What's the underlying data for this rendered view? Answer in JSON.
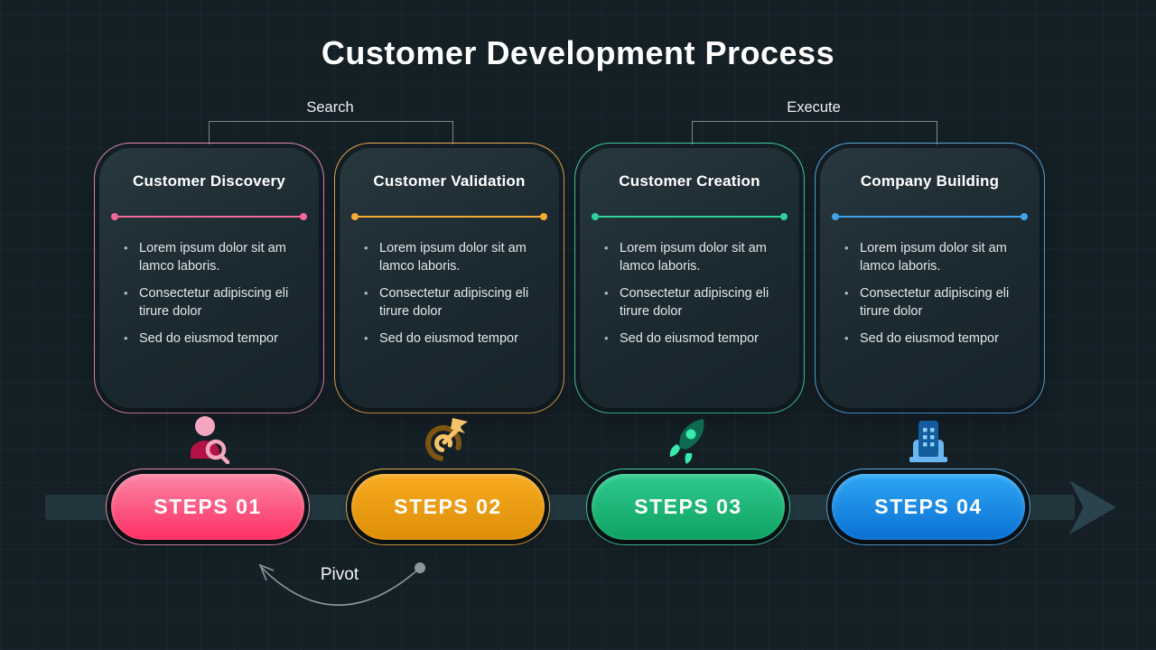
{
  "title": "Customer Development Process",
  "phase_labels": {
    "search": "Search",
    "execute": "Execute"
  },
  "cards": [
    {
      "title": "Customer Discovery",
      "accent": "#ea93bb",
      "line_color": "#f2689a",
      "bullets": [
        "Lorem ipsum dolor sit am lamco laboris.",
        "Consectetur adipiscing eli tirure dolor",
        "Sed do eiusmod tempor"
      ]
    },
    {
      "title": "Customer Validation",
      "accent": "#edb14e",
      "line_color": "#f3ac33",
      "bullets": [
        "Lorem ipsum dolor sit am lamco laboris.",
        "Consectetur adipiscing eli tirure dolor",
        "Sed do eiusmod tempor"
      ]
    },
    {
      "title": "Customer Creation",
      "accent": "#43d7a4",
      "line_color": "#2dd29d",
      "bullets": [
        "Lorem ipsum dolor sit am lamco laboris.",
        "Consectetur adipiscing eli tirure dolor",
        "Sed do eiusmod tempor"
      ]
    },
    {
      "title": "Company Building",
      "accent": "#5cade8",
      "line_color": "#41a2ea",
      "bullets": [
        "Lorem ipsum dolor sit am lamco laboris.",
        "Consectetur adipiscing eli tirure dolor",
        "Sed do eiusmod tempor"
      ]
    }
  ],
  "steps": [
    {
      "label": "STEPS 01",
      "icon": "user-search-icon",
      "gradient_from": "#fa86a4",
      "gradient_to": "#fe2f64",
      "outline": "#ea93bb"
    },
    {
      "label": "STEPS 02",
      "icon": "target-arrow-icon",
      "gradient_from": "#f7a91f",
      "gradient_to": "#dd8f08",
      "outline": "#edb14e"
    },
    {
      "label": "STEPS 03",
      "icon": "rocket-icon",
      "gradient_from": "#2fca8d",
      "gradient_to": "#0ea263",
      "outline": "#43d7a4"
    },
    {
      "label": "STEPS 04",
      "icon": "building-icon",
      "gradient_from": "#2ea6f4",
      "gradient_to": "#0a70d3",
      "outline": "#5cade8"
    }
  ],
  "pivot": {
    "label": "Pivot"
  },
  "colors": {
    "background": "#141f26",
    "card_fill": "#1b2930",
    "timeline_bar": "#22363e",
    "arrowhead": "#2a434d",
    "bracket_line": "#7e878c",
    "pivot_line": "#8d969c"
  }
}
